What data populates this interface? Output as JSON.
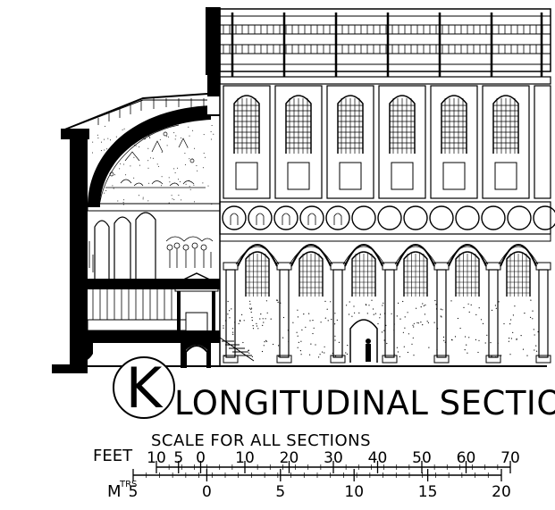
{
  "drawing": {
    "section_letter": "K",
    "title": "LONGITUDINAL SECTION",
    "subtitle": "SCALE FOR ALL SECTIONS"
  },
  "scale_feet": {
    "unit_label": "FEET",
    "ticks": [
      {
        "value": -10,
        "label": "10"
      },
      {
        "value": -5,
        "label": "5"
      },
      {
        "value": 0,
        "label": "0"
      },
      {
        "value": 10,
        "label": "10"
      },
      {
        "value": 20,
        "label": "20"
      },
      {
        "value": 30,
        "label": "30"
      },
      {
        "value": 40,
        "label": "40"
      },
      {
        "value": 50,
        "label": "50"
      },
      {
        "value": 60,
        "label": "60"
      },
      {
        "value": 70,
        "label": "70"
      }
    ]
  },
  "scale_metres": {
    "unit_label": "M",
    "unit_superscript": "TRS",
    "ticks": [
      {
        "value": -5,
        "label": "5"
      },
      {
        "value": 0,
        "label": "0"
      },
      {
        "value": 5,
        "label": "5"
      },
      {
        "value": 10,
        "label": "10"
      },
      {
        "value": 15,
        "label": "15"
      },
      {
        "value": 20,
        "label": "20"
      }
    ]
  }
}
